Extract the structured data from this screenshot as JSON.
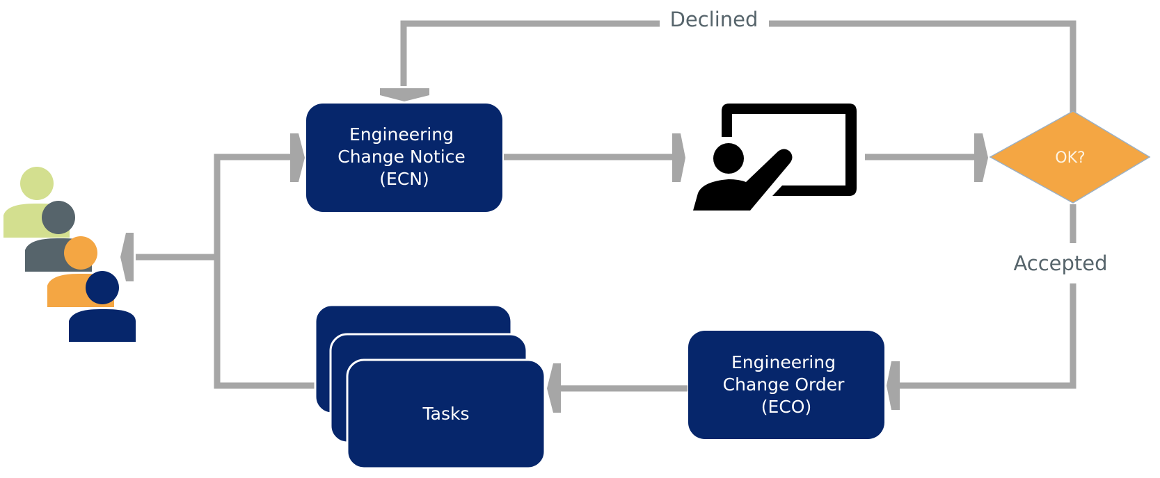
{
  "diagram": {
    "type": "flowchart",
    "colors": {
      "box_fill": "#06266b",
      "connector": "#a6a6a6",
      "decision_fill": "#f4a643",
      "label_text": "#56646b",
      "icon": "#000000",
      "person_green": "#d3df8f",
      "person_gray": "#56646b",
      "person_orange": "#f4a643",
      "person_navy": "#06266b"
    },
    "nodes": {
      "stakeholders": {
        "icon": "people-group-icon"
      },
      "ecn": {
        "lines": [
          "Engineering",
          "Change Notice",
          "(ECN)"
        ]
      },
      "review": {
        "icon": "presenter-icon"
      },
      "decision": {
        "label": "OK?"
      },
      "eco": {
        "lines": [
          "Engineering",
          "Change Order",
          "(ECO)"
        ]
      },
      "tasks": {
        "label": "Tasks"
      }
    },
    "edges": {
      "declined_label": "Declined",
      "accepted_label": "Accepted"
    }
  }
}
